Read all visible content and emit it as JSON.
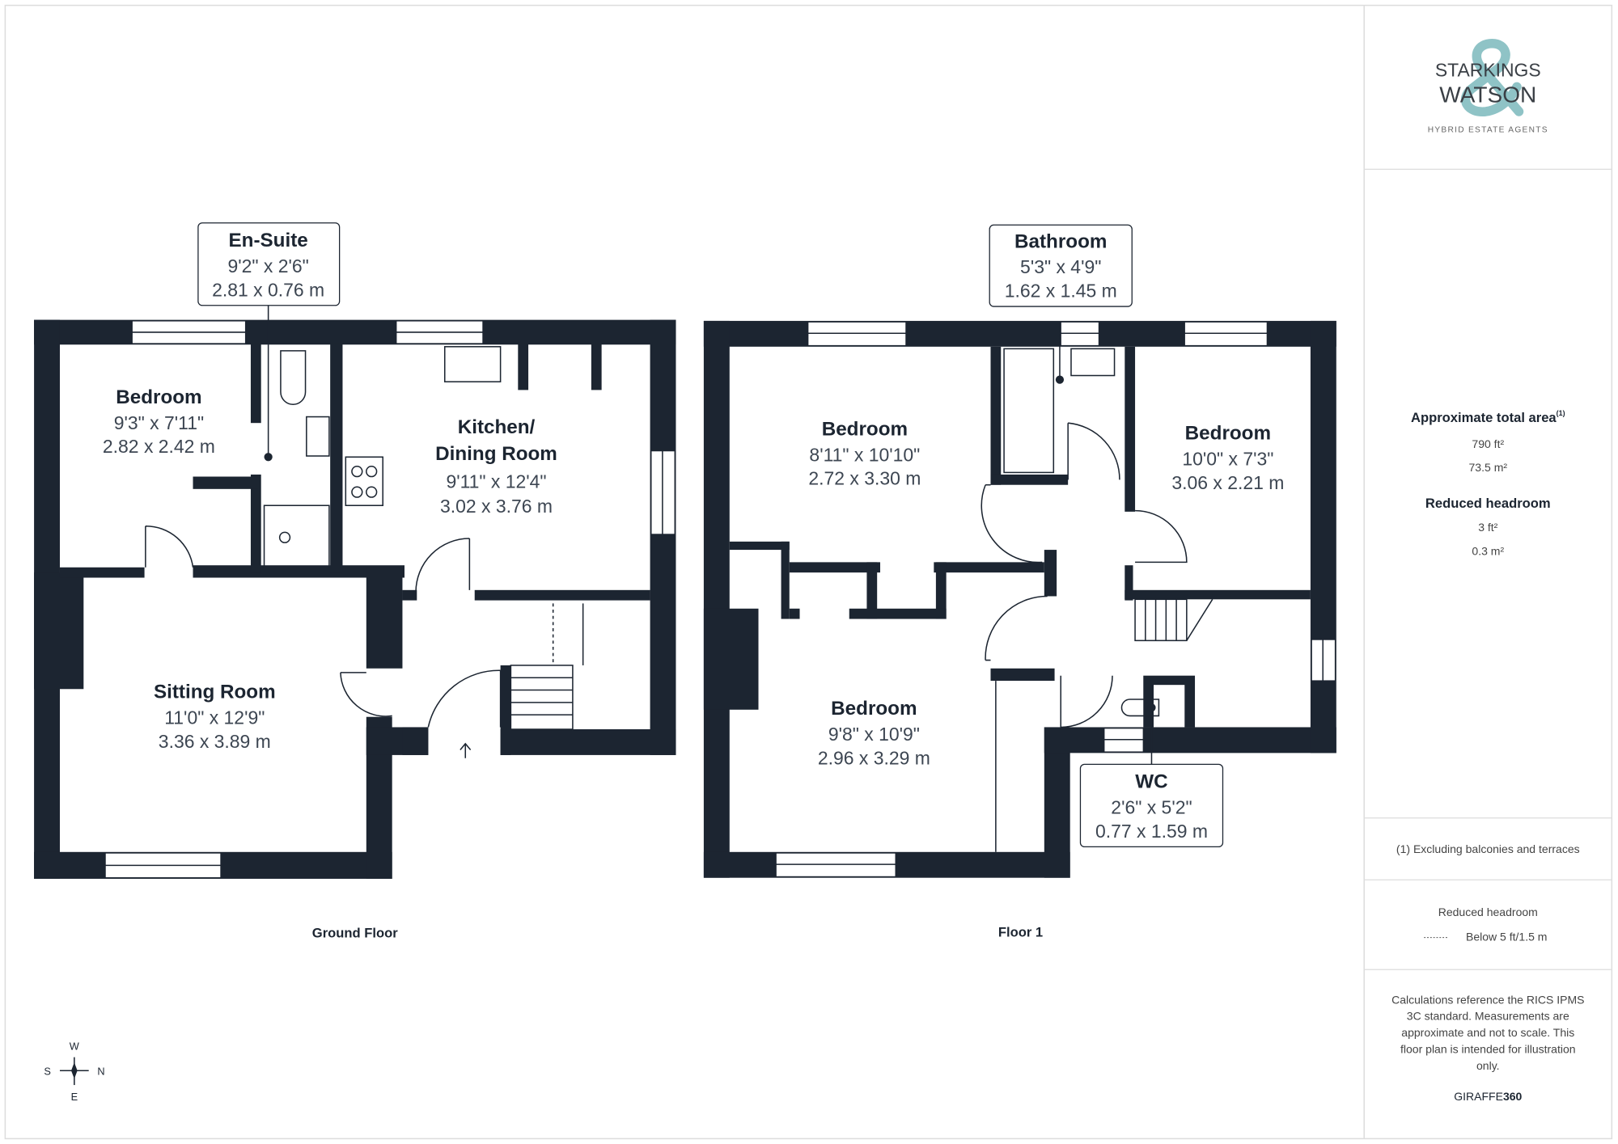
{
  "brand": {
    "logo_line1": "STARKINGS",
    "logo_line2": "WATSON",
    "tagline": "HYBRID ESTATE AGENTS",
    "accent_color": "#8fc3c6"
  },
  "floors": [
    {
      "label": "Ground Floor",
      "rooms": [
        {
          "name": "Bedroom",
          "imperial": "9'3\" x 7'11\"",
          "metric": "2.82 x 2.42 m"
        },
        {
          "name": "Kitchen/",
          "name2": "Dining Room",
          "imperial": "9'11\" x 12'4\"",
          "metric": "3.02 x 3.76 m"
        },
        {
          "name": "Sitting Room",
          "imperial": "11'0\" x 12'9\"",
          "metric": "3.36 x 3.89 m"
        },
        {
          "name": "En-Suite",
          "imperial": "9'2\" x 2'6\"",
          "metric": "2.81 x 0.76 m"
        }
      ]
    },
    {
      "label": "Floor 1",
      "rooms": [
        {
          "name": "Bedroom",
          "imperial": "8'11\" x 10'10\"",
          "metric": "2.72 x 3.30 m"
        },
        {
          "name": "Bedroom",
          "imperial": "10'0\" x 7'3\"",
          "metric": "3.06 x 2.21 m"
        },
        {
          "name": "Bedroom",
          "imperial": "9'8\" x 10'9\"",
          "metric": "2.96 x 3.29 m"
        },
        {
          "name": "Bathroom",
          "imperial": "5'3\" x 4'9\"",
          "metric": "1.62 x 1.45 m"
        },
        {
          "name": "WC",
          "imperial": "2'6\" x 5'2\"",
          "metric": "0.77 x 1.59 m"
        }
      ]
    }
  ],
  "compass": {
    "top": "W",
    "left": "S",
    "right": "N",
    "bottom": "E"
  },
  "panel": {
    "total_title": "Approximate total area",
    "total_sup": "(1)",
    "total_ft": "790 ft²",
    "total_m": "73.5 m²",
    "reduced_title": "Reduced headroom",
    "reduced_ft": "3 ft²",
    "reduced_m": "0.3 m²",
    "footnote": "(1) Excluding balconies and terraces",
    "legend_title": "Reduced headroom",
    "legend_item": "Below 5 ft/1.5 m",
    "disclaimer_lines": [
      "Calculations reference the RICS IPMS",
      "3C standard. Measurements are",
      "approximate and not to scale. This",
      "floor plan is intended for illustration",
      "only."
    ],
    "credit_light": "GIRAFFE",
    "credit_bold": "360"
  },
  "colors": {
    "wall": "#1c2531",
    "text": "#3d4652"
  }
}
